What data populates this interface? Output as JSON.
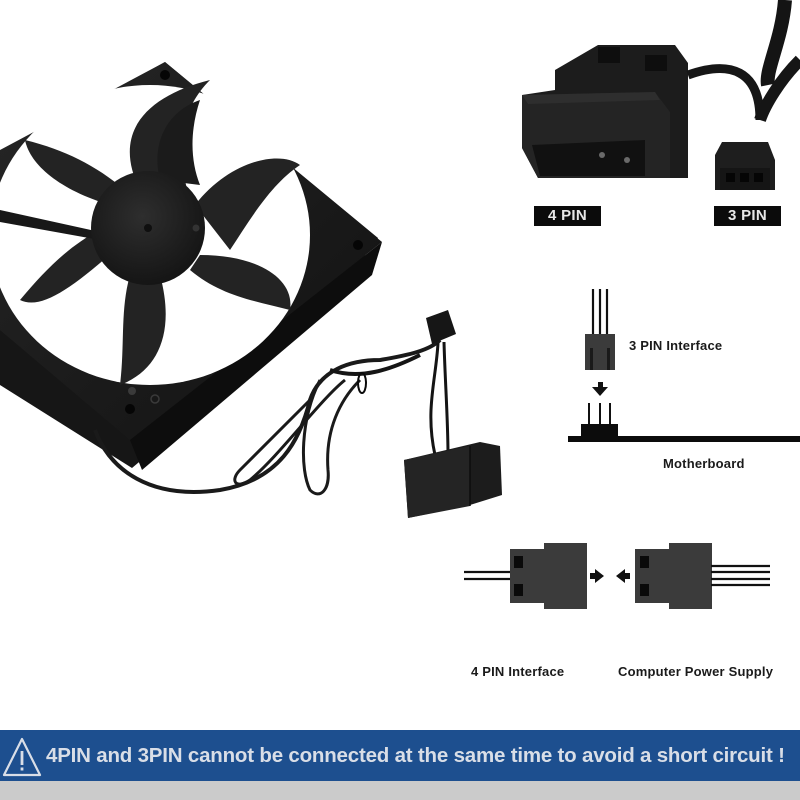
{
  "product": {
    "name": "PC case cooling fan with 3-pin and 4-pin (Molex) connectors",
    "colors": {
      "fan_body": "#1c1c1c",
      "diagram_connector": "#3b3b3b",
      "banner_bg": "#1d4f8f",
      "banner_text": "#d9dee7",
      "label_bg": "#0b0b0b",
      "label_text": "#e8e8e8"
    }
  },
  "connector_labels": {
    "four_pin": "4 PIN",
    "three_pin": "3 PIN"
  },
  "diagram_motherboard": {
    "connector_label": "3 PIN Interface",
    "board_label": "Motherboard",
    "arrow_icon": "arrow-down-icon"
  },
  "diagram_power_supply": {
    "left_label": "4 PIN Interface",
    "right_label": "Computer Power Supply",
    "arrow_icons": [
      "arrow-right-icon",
      "arrow-left-icon"
    ]
  },
  "warning_banner": {
    "icon": "warning-triangle-icon",
    "text": "4PIN and 3PIN cannot be connected at the same time to avoid a short circuit !"
  }
}
